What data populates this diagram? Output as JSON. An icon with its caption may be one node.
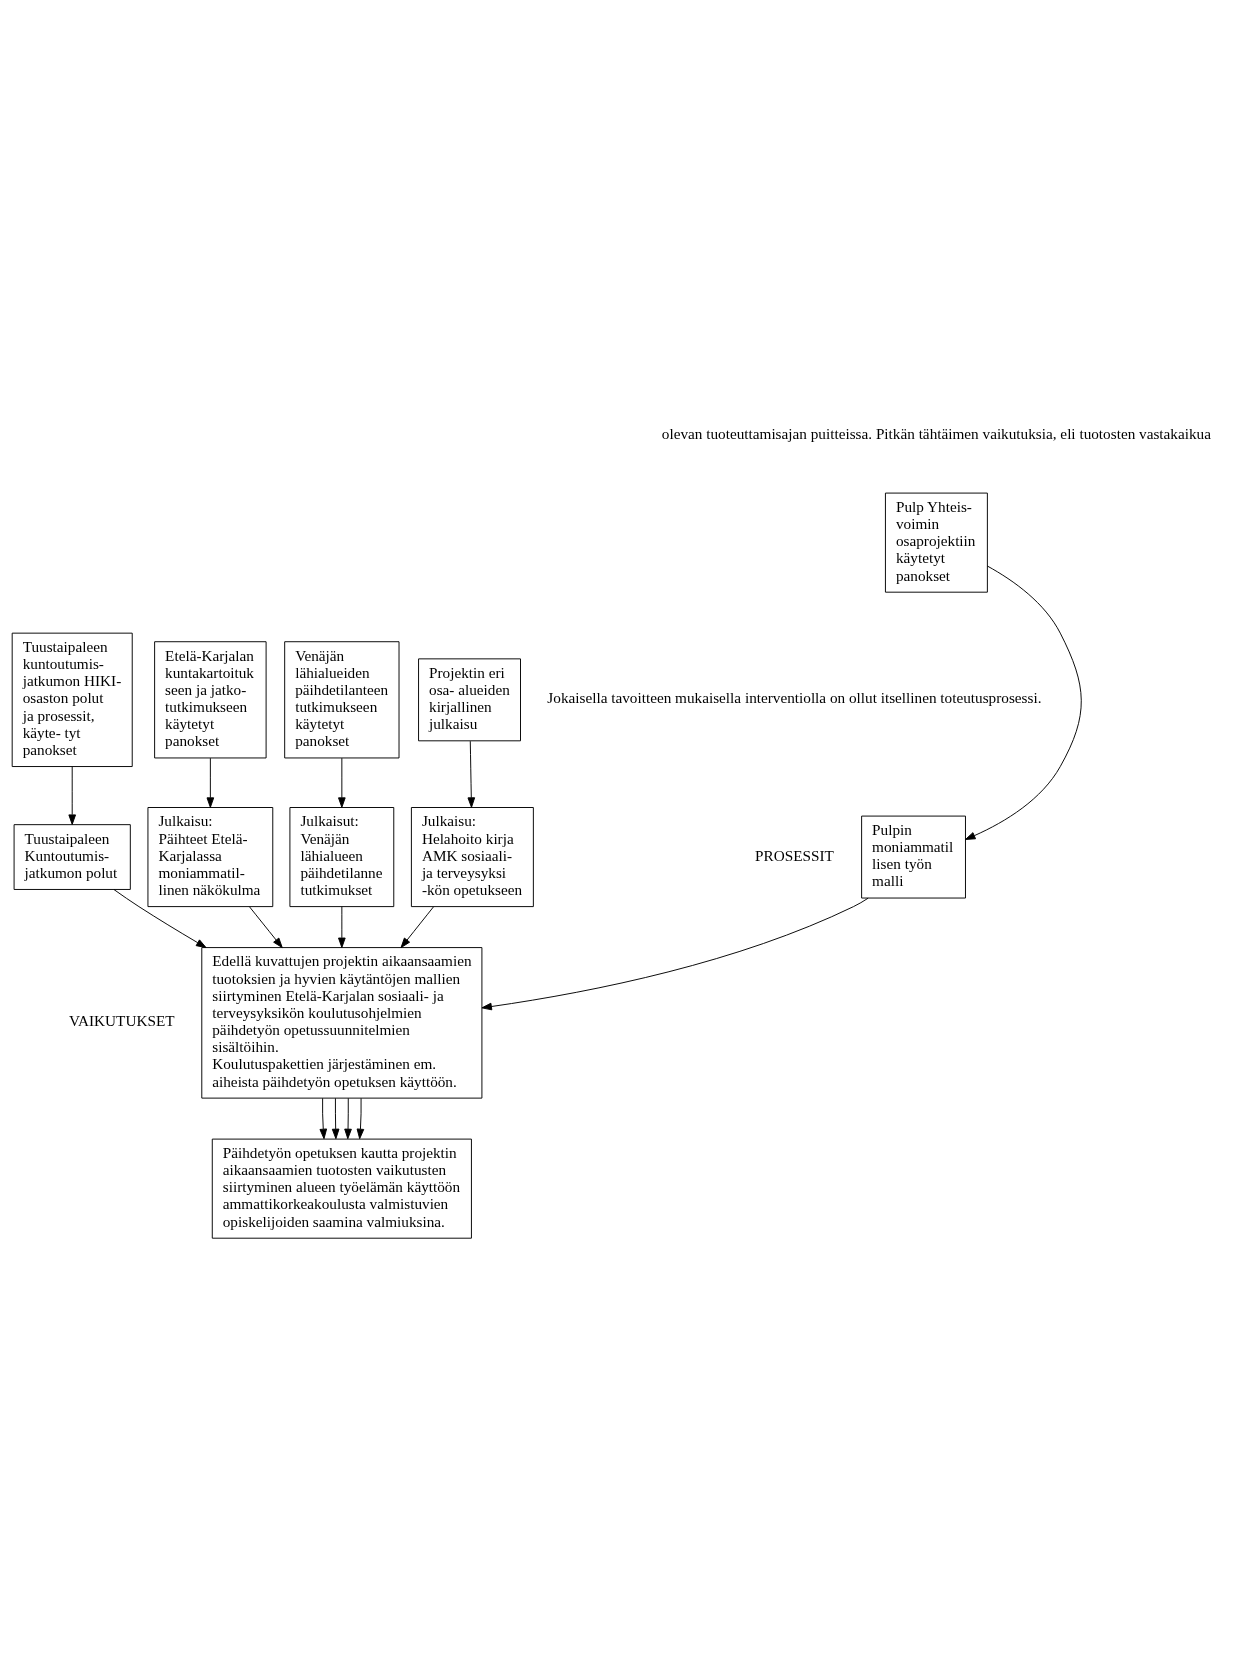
{
  "diagram": {
    "nodes": [
      {
        "text": [
          "Pulp Yhteis- voimin osaprojektiin käytetyt panokset"
        ]
      },
      {
        "text": [
          "Tuustaipaleen kuntoutumis- jatkumon HIKI- osaston polut ja prosessit, käyte- tyt panokset"
        ]
      },
      {
        "text": [
          "Etelä-Karjalan kuntakartoituk seen ja jatko- tutkimukseen käytetyt panokset"
        ]
      },
      {
        "text": [
          "Venäjän lähialueiden päihdetilanteen tutkimukseen käytetyt panokset"
        ]
      },
      {
        "text": [
          "Projektin eri osa- alueiden kirjallinen julkaisu"
        ]
      },
      {
        "text": [
          "Pulpin moniammatil lisen työn malli"
        ]
      },
      {
        "text": [
          "Tuustaipaleen Kuntoutumis- jatkumon polut"
        ]
      },
      {
        "text": [
          "Julkaisu: Päihteet Etelä- Karjalassa moniammatil- linen näkökulma"
        ]
      },
      {
        "text": [
          "Julkaisut: Venäjän lähialueen päihdetilanne tutkimukset"
        ]
      },
      {
        "text": [
          "Julkaisu: Helahoito kirja AMK sosiaali- ja terveysyksi -kön opetukseen"
        ]
      },
      {
        "text": [
          "Edellä kuvattujen projektin aikaansaamien tuotoksien ja hyvien käytäntöjen mallien siirtyminen Etelä-Karjalan sosiaali- ja terveysyksikön koulutusohjelmien päihdetyön opetussuunnitelmien sisältöihin.",
          "Koulutuspakettien järjestäminen em. aiheista päihdetyön opetuksen käyttöön."
        ]
      },
      {
        "text": [
          "Päihdetyön opetuksen kautta projektin aikaansaamien tuotosten vaikutusten siirtyminen alueen työelämän käyttöön ammattikorkeakoulusta valmistuvien opiskelijoiden saamina valmiuksina."
        ]
      }
    ],
    "edges": [
      {
        "from": 0,
        "to": 5,
        "arrow": "to"
      },
      {
        "from": 1,
        "to": 6,
        "arrow": "to"
      },
      {
        "from": 2,
        "to": 7,
        "arrow": "to"
      },
      {
        "from": 3,
        "to": 8,
        "arrow": "to"
      },
      {
        "from": 4,
        "to": 9,
        "arrow": "to"
      },
      {
        "from": 5,
        "to": 10,
        "arrow": "to"
      },
      {
        "from": 6,
        "to": 10,
        "arrow": "to"
      },
      {
        "from": 7,
        "to": 10,
        "arrow": "to"
      },
      {
        "from": 8,
        "to": 10,
        "arrow": "to"
      },
      {
        "from": 9,
        "to": 10,
        "arrow": "to"
      },
      {
        "from": 10,
        "to": 11,
        "arrow": "to"
      },
      {
        "from": 10,
        "to": 11,
        "arrow": "to"
      },
      {
        "from": 10,
        "to": 11,
        "arrow": "to"
      },
      {
        "from": 10,
        "to": 11,
        "arrow": "to"
      }
    ],
    "labels": [
      "olevan tuoteuttamisajan puitteissa. Pitkän tähtäimen vaikutuksia, eli tuotosten vastakaikua",
      "Jokaisella tavoitteen mukaisella interventiolla on ollut itsellinen toteutusprosessi.",
      "PROSESSIT",
      "VAIKUTUKSET"
    ]
  }
}
